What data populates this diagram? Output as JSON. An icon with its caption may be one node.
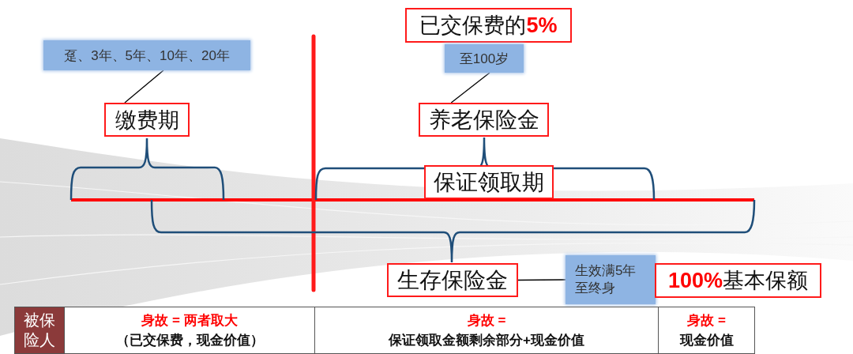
{
  "diagram": {
    "nodes": [
      {
        "text": [
          "趸、3年、5年、10年、20年"
        ]
      },
      {
        "text": [
          "缴费期"
        ]
      },
      {
        "text": [
          "已交保费的**5%**"
        ]
      },
      {
        "text": [
          "至100岁"
        ]
      },
      {
        "text": [
          "养老保险金"
        ]
      },
      {
        "text": [
          "保证领取期"
        ]
      },
      {
        "text": [
          "生存保险金"
        ]
      },
      {
        "text": [
          "生效满5年至终身"
        ]
      },
      {
        "text": [
          "**100%**基本保额"
        ]
      }
    ],
    "edges": [
      {
        "from": 0,
        "to": 1,
        "arrow": "none"
      },
      {
        "from": 3,
        "to": 4,
        "arrow": "none"
      },
      {
        "from": 6,
        "to": 7,
        "arrow": "none"
      }
    ],
    "labels": [
      "被保险人",
      "身故 = 两者取大",
      "（已交保费，现金价值）",
      "身故 =",
      "保证领取金额剩余部分+现金价值",
      "身故 =",
      "现金价值"
    ]
  }
}
